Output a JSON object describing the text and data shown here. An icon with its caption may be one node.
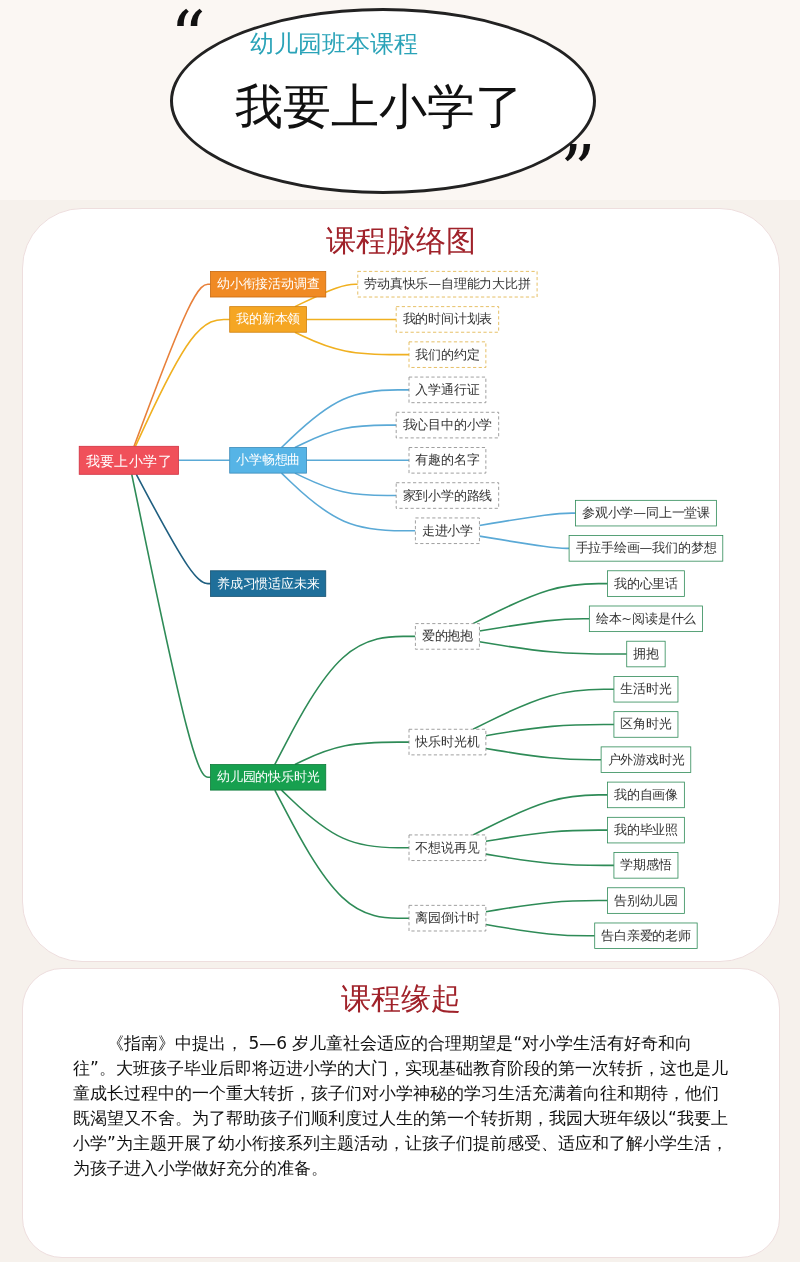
{
  "diagram": {
    "title": "我要上小学了",
    "nodes": [
      {
        "text": [
          "我要上小学了"
        ]
      },
      {
        "text": [
          "幼小衔接活动调查"
        ]
      },
      {
        "text": [
          "我的新本领"
        ]
      },
      {
        "text": [
          "劳动真快乐—自理能力大比拼"
        ]
      },
      {
        "text": [
          "我的时间计划表"
        ]
      },
      {
        "text": [
          "我们的约定"
        ]
      },
      {
        "text": [
          "小学畅想曲"
        ]
      },
      {
        "text": [
          "入学通行证"
        ]
      },
      {
        "text": [
          "我心目中的小学"
        ]
      },
      {
        "text": [
          "有趣的名字"
        ]
      },
      {
        "text": [
          "家到小学的路线"
        ]
      },
      {
        "text": [
          "走进小学"
        ]
      },
      {
        "text": [
          "参观小学—同上一堂课"
        ]
      },
      {
        "text": [
          "手拉手绘画—我们的梦想"
        ]
      },
      {
        "text": [
          "养成习惯适应未来"
        ]
      },
      {
        "text": [
          "幼儿园的快乐时光"
        ]
      },
      {
        "text": [
          "爱的抱抱"
        ]
      },
      {
        "text": [
          "我的心里话"
        ]
      },
      {
        "text": [
          "绘本~阅读是什么"
        ]
      },
      {
        "text": [
          "拥抱"
        ]
      },
      {
        "text": [
          "快乐时光机"
        ]
      },
      {
        "text": [
          "生活时光"
        ]
      },
      {
        "text": [
          "区角时光"
        ]
      },
      {
        "text": [
          "户外游戏时光"
        ]
      },
      {
        "text": [
          "不想说再见"
        ]
      },
      {
        "text": [
          "我的自画像"
        ]
      },
      {
        "text": [
          "我的毕业照"
        ]
      },
      {
        "text": [
          "学期感悟"
        ]
      },
      {
        "text": [
          "离园倒计时"
        ]
      },
      {
        "text": [
          "告别幼儿园"
        ]
      },
      {
        "text": [
          "告白亲爱的老师"
        ]
      }
    ],
    "edges": [
      {
        "from": 0,
        "to": 1,
        "arrow": "none",
        "color": "#e8803a"
      },
      {
        "from": 0,
        "to": 2,
        "arrow": "none",
        "color": "#f0b020"
      },
      {
        "from": 2,
        "to": 3,
        "arrow": "none",
        "color": "#f0b020"
      },
      {
        "from": 2,
        "to": 4,
        "arrow": "none",
        "color": "#f0b020"
      },
      {
        "from": 2,
        "to": 5,
        "arrow": "none",
        "color": "#f0b020"
      },
      {
        "from": 0,
        "to": 6,
        "arrow": "none",
        "color": "#5aa9d6"
      },
      {
        "from": 6,
        "to": 7,
        "arrow": "none",
        "color": "#5aa9d6"
      },
      {
        "from": 6,
        "to": 8,
        "arrow": "none",
        "color": "#5aa9d6"
      },
      {
        "from": 6,
        "to": 9,
        "arrow": "none",
        "color": "#5aa9d6"
      },
      {
        "from": 6,
        "to": 10,
        "arrow": "none",
        "color": "#5aa9d6"
      },
      {
        "from": 6,
        "to": 11,
        "arrow": "none",
        "color": "#5aa9d6"
      },
      {
        "from": 11,
        "to": 12,
        "arrow": "none",
        "color": "#5aa9d6"
      },
      {
        "from": 11,
        "to": 13,
        "arrow": "none",
        "color": "#5aa9d6"
      },
      {
        "from": 0,
        "to": 14,
        "arrow": "none",
        "color": "#1f5f80"
      },
      {
        "from": 0,
        "to": 15,
        "arrow": "none"
      },
      {
        "from": 15,
        "to": 16,
        "arrow": "none"
      },
      {
        "from": 16,
        "to": 17,
        "arrow": "none"
      },
      {
        "from": 16,
        "to": 18,
        "arrow": "none"
      },
      {
        "from": 16,
        "to": 19,
        "arrow": "none"
      },
      {
        "from": 15,
        "to": 20,
        "arrow": "none"
      },
      {
        "from": 20,
        "to": 21,
        "arrow": "none"
      },
      {
        "from": 20,
        "to": 22,
        "arrow": "none"
      },
      {
        "from": 20,
        "to": 23,
        "arrow": "none"
      },
      {
        "from": 15,
        "to": 24,
        "arrow": "none"
      },
      {
        "from": 24,
        "to": 25,
        "arrow": "none"
      },
      {
        "from": 24,
        "to": 26,
        "arrow": "none"
      },
      {
        "from": 24,
        "to": 27,
        "arrow": "none"
      },
      {
        "from": 15,
        "to": 28,
        "arrow": "none"
      },
      {
        "from": 28,
        "to": 29,
        "arrow": "none"
      },
      {
        "from": 28,
        "to": 30,
        "arrow": "none"
      }
    ],
    "labels": [
      "“",
      "幼儿园班本课程",
      "”",
      "课程脉络图",
      "课程缘起",
      "《指南》中提出， 5—6 岁儿童社会适应的合理期望是“对小学生活有好奇和向往”。大班孩子毕业后即将迈进小学的大门，实现基础教育阶段的第一次转折，这也是儿童成长过程中的一个重大转折，孩子们对小学神秘的学习生活充满着向往和期待，他们既渴望又不舍。为了帮助孩子们顺利度过人生的第一个转折期，我园大班年级以“我要上小学”为主题开展了幼小衔接系列主题活动，让孩子们提前感受、适应和了解小学生活，为孩子进入小学做好充分的准备。"
    ]
  }
}
